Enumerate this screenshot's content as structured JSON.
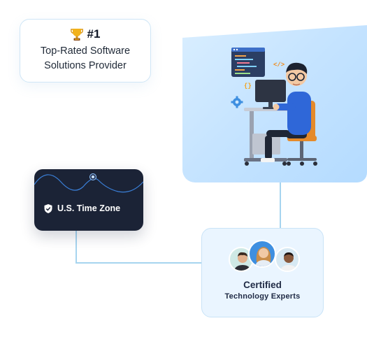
{
  "award": {
    "rank": "#1",
    "line1": "Top-Rated Software",
    "line2": "Solutions Provider",
    "icon": "trophy-icon"
  },
  "timezone": {
    "label": "U.S. Time Zone",
    "icon": "shield-check-icon"
  },
  "certified": {
    "title": "Certified",
    "subtitle": "Technology Experts"
  },
  "hero": {
    "code_tag": "</>",
    "braces": "{}"
  },
  "colors": {
    "connector": "#a6d4ef",
    "dark_card": "#1b2336",
    "hero_bg": "#c6e4ff",
    "shirt": "#2f67d8",
    "chair": "#e58a2a"
  }
}
